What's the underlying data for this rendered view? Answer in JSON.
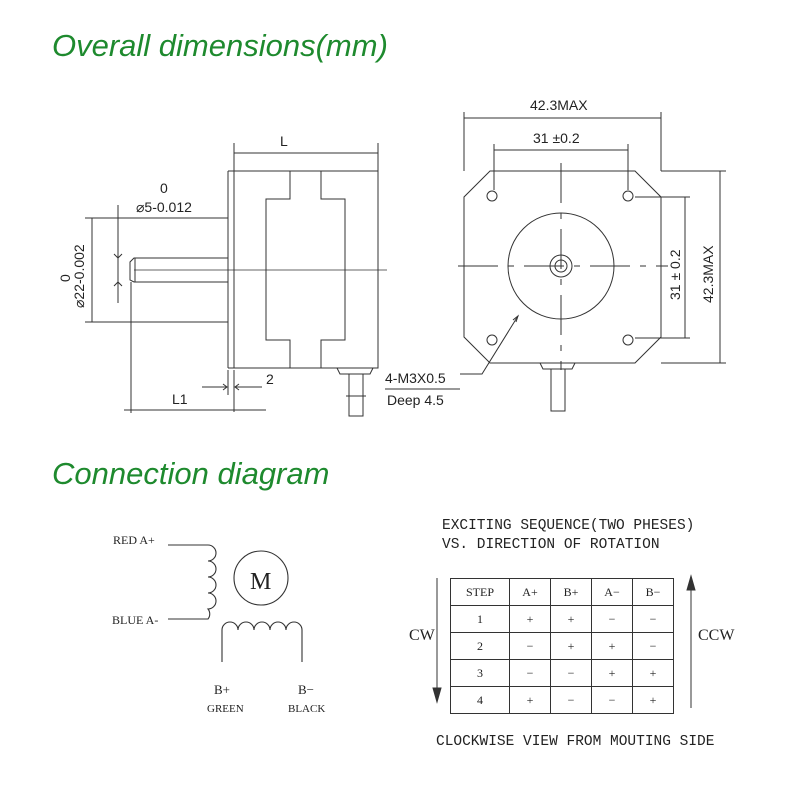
{
  "titles": {
    "dimensions": "Overall dimensions(mm)",
    "connection": "Connection diagram"
  },
  "side_view": {
    "L": "L",
    "shaft_tol": "0",
    "shaft_dia": "⌀5-0.012",
    "boss_tol": "0",
    "boss_dia": "⌀22-0.002",
    "flange": "2",
    "L1": "L1"
  },
  "front_view": {
    "width": "42.3MAX",
    "hole_spacing_h": "31 ±0.2",
    "hole_spacing_v": "31 ± 0.2",
    "height": "42.3MAX",
    "holes": "4-M3X0.5",
    "deep": "Deep  4.5"
  },
  "wiring": {
    "red": "RED  A+",
    "blue": "BLUE A-",
    "motor": "M",
    "b_plus": "B+",
    "green": "GREEN",
    "b_minus": "B−",
    "black": "BLACK"
  },
  "sequence": {
    "title1": "EXCITING SEQUENCE(TWO PHESES)",
    "title2": "VS. DIRECTION OF ROTATION",
    "cw": "CW",
    "ccw": "CCW",
    "headers": [
      "STEP",
      "A+",
      "B+",
      "A−",
      "B−"
    ],
    "rows": [
      [
        "1",
        "+",
        "+",
        "−",
        "−"
      ],
      [
        "2",
        "−",
        "+",
        "+",
        "−"
      ],
      [
        "3",
        "−",
        "−",
        "+",
        "+"
      ],
      [
        "4",
        "+",
        "−",
        "−",
        "+"
      ]
    ],
    "footer": "CLOCKWISE VIEW FROM MOUTING SIDE"
  }
}
